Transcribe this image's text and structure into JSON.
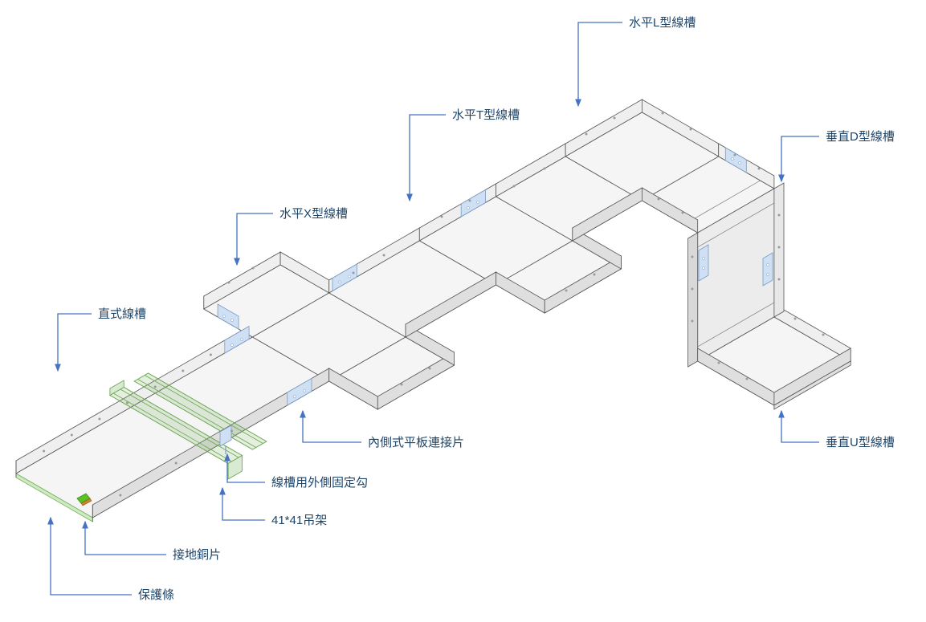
{
  "colors": {
    "label_text": "#1F4568",
    "leader_arrow": "#4472C4",
    "tray_fill": "#f5f5f5",
    "connector_plate": "#cfe0f4",
    "hanger_green": "#6aa84f",
    "ground_green": "#58c322",
    "protect_strip_green": "#cdeac2"
  },
  "labels": {
    "horizontal_l": "水平L型線槽",
    "horizontal_t": "水平T型線槽",
    "vertical_d": "垂直D型線槽",
    "horizontal_x": "水平X型線槽",
    "straight": "直式線槽",
    "inner_plate": "內側式平板連接片",
    "outer_hook": "線槽用外側固定勾",
    "hanger": "41*41吊架",
    "ground_plate": "接地銅片",
    "protect_strip": "保護條",
    "vertical_u": "垂直U型線槽"
  }
}
